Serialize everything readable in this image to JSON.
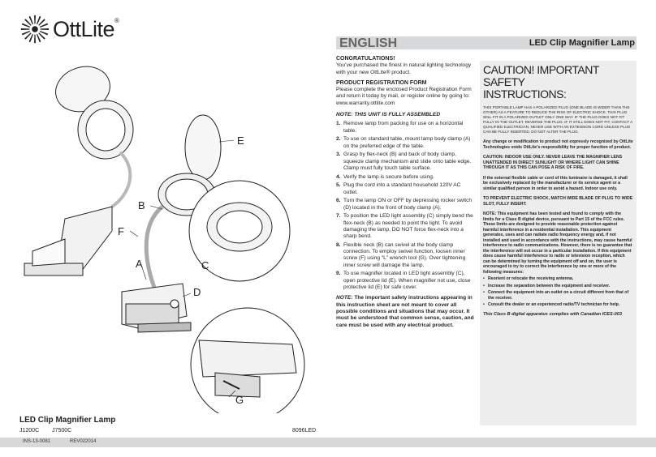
{
  "brand": {
    "name": "OttLite",
    "reg": "®"
  },
  "header": {
    "language": "ENGLISH",
    "doc_title": "LED Clip Magnifier Lamp"
  },
  "illustration": {
    "labels": [
      "E",
      "B",
      "F",
      "A",
      "C",
      "D",
      "G"
    ]
  },
  "left_footer": {
    "product": "LED Clip Magnifier Lamp",
    "models": [
      "J1200C",
      "J7500C"
    ],
    "part_no": "8096LED",
    "ins": "INS-13-0081",
    "rev": "REV022014"
  },
  "main": {
    "congrats_heading": "CONGRATULATIONS!",
    "congrats_text": "You’ve purchased the finest in natural lighting technology with your new OttLite® product.",
    "reg_heading": "PRODUCT REGISTRATION FORM",
    "reg_text": "Please complete the enclosed Product Registration Form and return it today by mail, or register online by going to: www.warranty.ottlite.com",
    "note_heading": "NOTE:  THIS UNIT IS FULLY ASSEMBLED",
    "steps": [
      {
        "num": "1.",
        "text": "Remove lamp from packing for use on a horizontal table."
      },
      {
        "num": "2.",
        "text": "To use on standard table, mount lamp body clamp (A) on the preferred edge of the table."
      },
      {
        "num": "3.",
        "text": "Grasp by flex-neck (B) and back of body clamp, squeeze clamp mechanism and slide onto table edge. Clamp must fully touch table surface."
      },
      {
        "num": "4.",
        "text": "Verify the lamp is secure before using."
      },
      {
        "num": "5.",
        "text": "Plug the cord into a standard household 120V AC outlet."
      },
      {
        "num": "6.",
        "text": "Turn the lamp ON or OFF by depressing rocker switch (D) located in the front of body clamp (A)."
      },
      {
        "num": "7.",
        "text": "To position the LED light assembly (C) simply bend the flex-neck (B) as needed to point the light. To avoid damaging the lamp, DO NOT force flex-neck into a sharp bend."
      },
      {
        "num": "8.",
        "text": "Flexible neck (B) can swivel at the body clamp connection. To employ swivel function, loosen inner screw (F) using “L” wrench tool (G). Over tightening inner screw will damage the lamp."
      },
      {
        "num": "9.",
        "text": "To use magnifier located in LED light assembly (C), open protective lid (E).  When magnifier not use, close protective lid (E) for safe cover."
      }
    ],
    "final_note_label": "NOTE:",
    "final_note_text": "The important safety instructions appearing in this instruction sheet are not meant to cover all possible conditions and situations that may occur.  It must be understood that common sense, caution, and care must be used with any electrical product."
  },
  "caution": {
    "title_line1": "CAUTION! IMPORTANT SAFETY",
    "title_line2": "INSTRUCTIONS:",
    "plug_text": "THIS PORTABLE LAMP HAS A POLARIZED PLUG (ONE BLADE IS WIDER THAN THE OTHER) AS A FEATURE TO REDUCE THE RISK OF ELECTRIC SHOCK. THIS PLUG WILL FIT IN A POLARIZED OUTLET ONLY ONE WAY. IF THE PLUG DOES NOT FIT FULLY IN THE OUTLET, REVERSE THE PLUG. IF IT STILL DOES NOT FIT, CONTACT A QUALIFIED ELECTRICIAN. NEVER USE WITH AN EXTENSION CORD UNLESS PLUG CAN BE FULLY INSERTED. DO NOT ALTER THE PLUG.",
    "change_text": "Any change or modification to product not expressly recognized by OttLite Technologies voids OttLite’s responsibility for proper function of product.",
    "indoor_text": "CAUTION:  INDOOR USE ONLY.  NEVER LEAVE THE MAGNIFIER LENS UNATTENDED IN DIRECT SUNLIGHT OR WHERE LIGHT CAN SHINE THROUGH IT AS THIS CAN POSE A RISK OF FIRE.",
    "cable_text": "If the external flexible cable or cord of this luminaire is damaged, it shall be exclusively replaced by the manufacturer or its service agent or a similar qualified person in order to avoid a hazard. Indoor use only.",
    "shock_text": "TO PREVENT ELECTRIC SHOCK, MATCH WIDE BLADE OF PLUG TO WIDE SLOT, FULLY INSERT.",
    "fcc_label": "NOTE:",
    "fcc_text": " This equipment has been tested and found to comply with the limits for a Class B digital device, pursuant to Part 15 of the FCC rules. These limits are designed to provide reasonable protection against harmful interference in a residential installation. This equipment generates, uses and can radiate radio frequency energy and, if not installed and used in accordance with the instructions, may cause harmful interference to radio communications. However, there is no guarantee that the interference will not occur in a particular installation. If this equipment does cause harmful interference to radio or television reception, which can be determined by turning the equipment off and on, the user is encouraged to try to correct the interference by one or more of the following measures:",
    "measures": [
      "Reorient or relocate the receiving antenna.",
      "Increase the separation between the equipment and receiver.",
      "Connect the equipment into an outlet on a circuit different from that of the receiver.",
      "Consult the dealer or an experienced radio/TV technician for help."
    ],
    "canada_text": "This Class B digital apparatus complies with Canadian ICES-003"
  },
  "colors": {
    "header_bar": "#d7d8da",
    "caution_box": "#ededee",
    "text": "#231f20"
  }
}
